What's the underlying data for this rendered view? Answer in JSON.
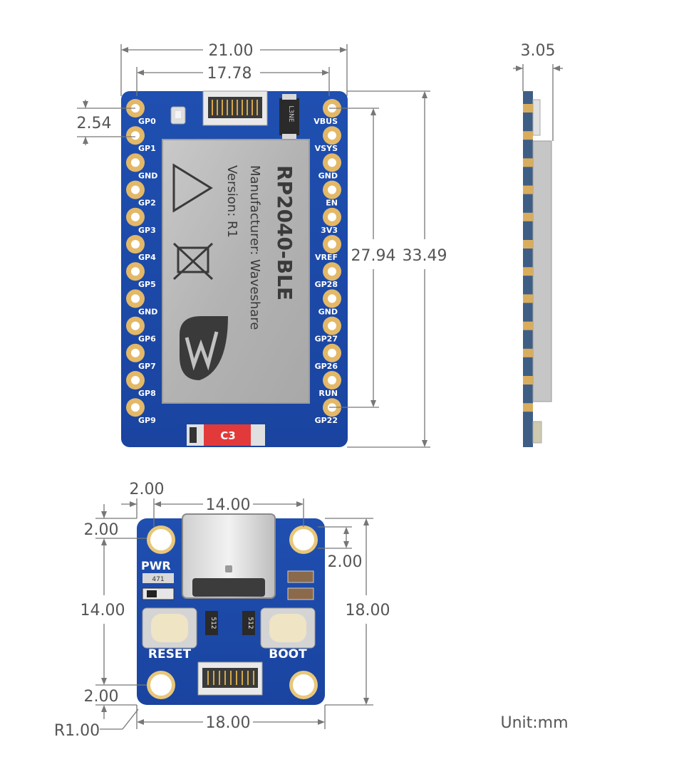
{
  "diagram": {
    "module": {
      "chip_title": "RP2040-BLE",
      "chip_manufacturer": "Manufacturer: Waveshare",
      "chip_version": "Version: R1",
      "left_pins": [
        "GP0",
        "GP1",
        "GND",
        "GP2",
        "GP3",
        "GP4",
        "GP5",
        "GND",
        "GP6",
        "GP7",
        "GP8",
        "GP9"
      ],
      "right_pins": [
        "VBUS",
        "VSYS",
        "GND",
        "EN",
        "3V3",
        "VREF",
        "GP28",
        "GND",
        "GP27",
        "GP26",
        "RUN",
        "GP22"
      ],
      "diode_label": "L3NE",
      "cap_label": "C3"
    },
    "adapter": {
      "pwr_label": "PWR",
      "reset_label": "RESET",
      "boot_label": "BOOT",
      "resistor_label": "512",
      "led_res_label": "471"
    },
    "dimensions": {
      "module_width": "21.00",
      "pin_row_spacing": "17.78",
      "pin_pitch": "2.54",
      "pin_span": "27.94",
      "module_length": "33.49",
      "side_thickness": "3.05",
      "adapter_hole_offset_x": "2.00",
      "adapter_hole_offset_y": "2.00",
      "adapter_hole_spacing_x": "14.00",
      "adapter_right_offset": "2.00",
      "adapter_hole_spacing_y": "14.00",
      "adapter_height": "18.00",
      "adapter_bottom_offset": "2.00",
      "adapter_width": "18.00",
      "corner_radius": "R1.00"
    },
    "unit_label": "Unit:mm"
  }
}
